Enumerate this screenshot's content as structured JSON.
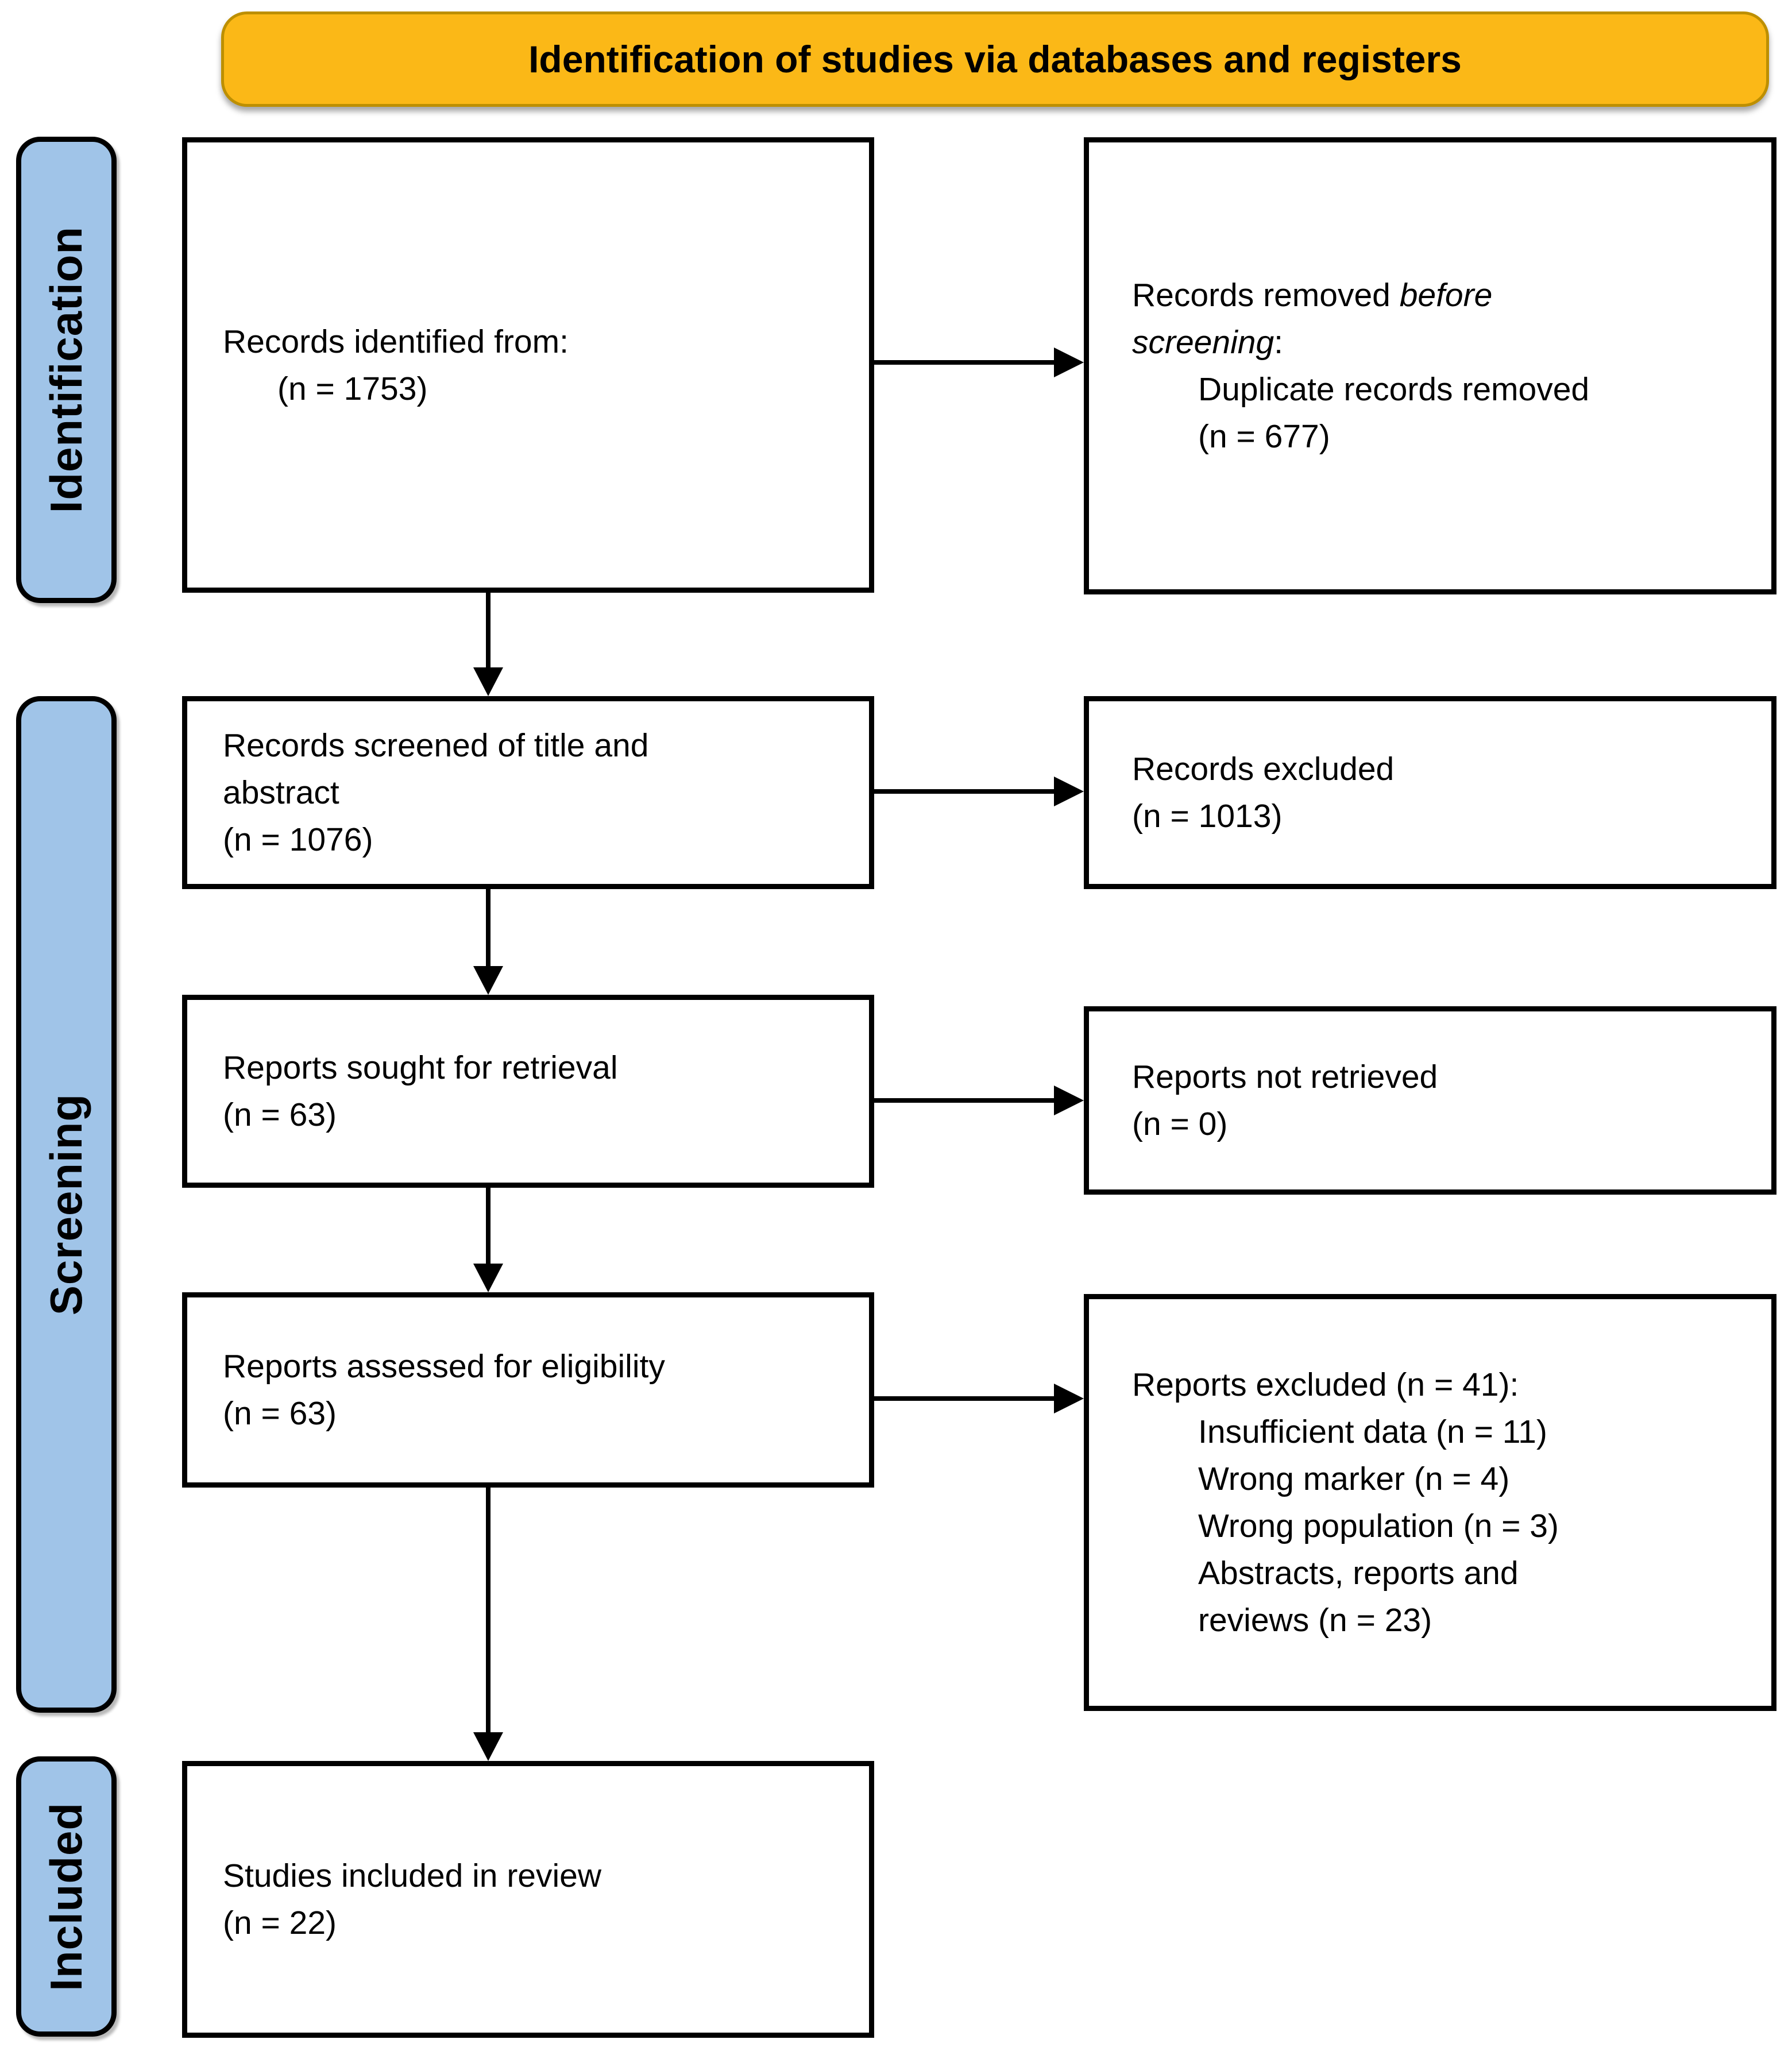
{
  "banner": {
    "title": "Identification of studies via databases and registers"
  },
  "stages": {
    "identification": "Identification",
    "screening": "Screening",
    "included": "Included"
  },
  "boxes": {
    "records_identified": {
      "title": "Records identified from:",
      "count": "(n = 1753)"
    },
    "records_removed": {
      "line1_plain": "Records removed ",
      "line1_italic": "before",
      "line2_italic": "screening",
      "line2_colon": ":",
      "reason": "Duplicate records removed",
      "count": "(n = 677)"
    },
    "records_screened": {
      "line1": "Records screened of title and",
      "line2": "abstract",
      "count": "(n = 1076)"
    },
    "records_excluded": {
      "title": "Records excluded",
      "count": "(n = 1013)"
    },
    "reports_sought": {
      "title": "Reports sought for retrieval",
      "count": "(n = 63)"
    },
    "reports_not_retrieved": {
      "title": "Reports not retrieved",
      "count": "(n = 0)"
    },
    "reports_assessed": {
      "title": "Reports assessed for eligibility",
      "count": "(n = 63)"
    },
    "reports_excluded": {
      "header": "Reports excluded (n = 41):",
      "reason1": "Insufficient data (n = 11)",
      "reason2": "Wrong marker (n = 4)",
      "reason3": "Wrong population (n = 3)",
      "reason4_line1": "Abstracts, reports and",
      "reason4_line2": "reviews (n = 23)"
    },
    "studies_included": {
      "title": "Studies included in review",
      "count": "(n = 22)"
    }
  },
  "colors": {
    "banner_fill": "#FBB817",
    "banner_border": "#BD8F00",
    "stage_fill": "#A0C4E8",
    "box_border": "#000000",
    "text": "#000000"
  }
}
